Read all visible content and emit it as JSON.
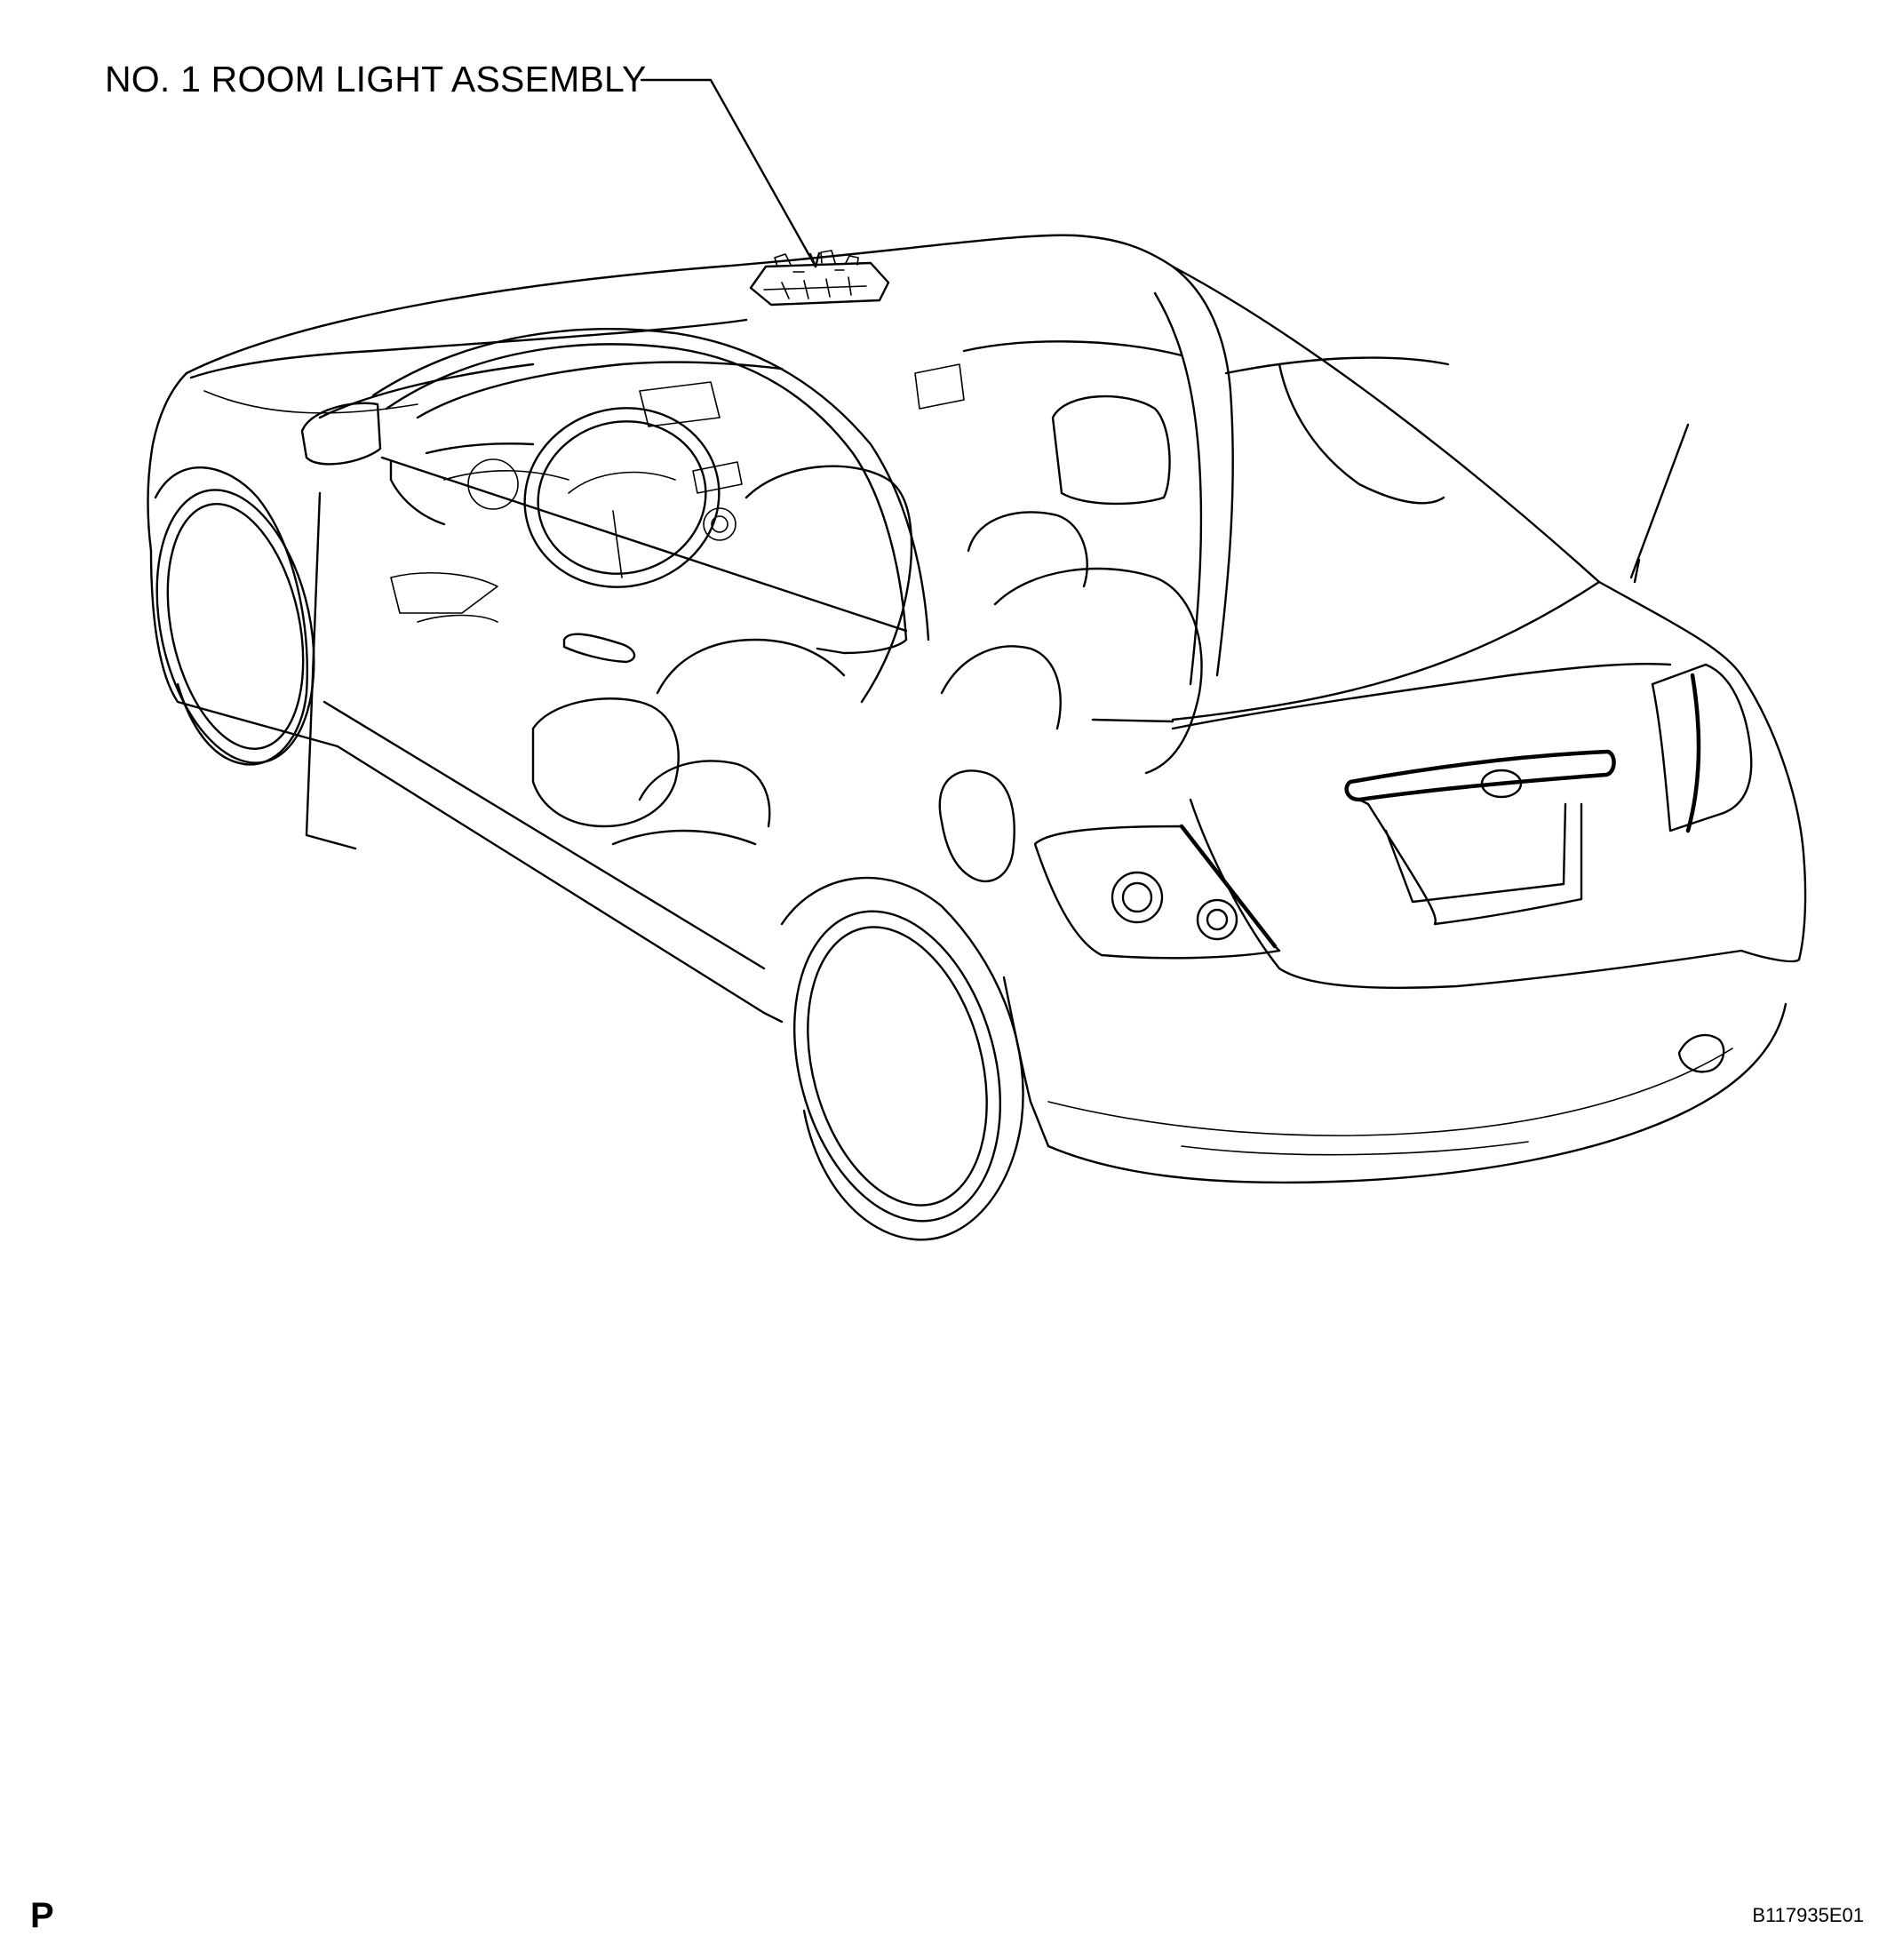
{
  "diagram": {
    "callout_label": "NO. 1 ROOM LIGHT ASSEMBLY",
    "corner_mark": "P",
    "figure_code": "B117935E01",
    "line_color": "#000000",
    "background": "#ffffff"
  }
}
